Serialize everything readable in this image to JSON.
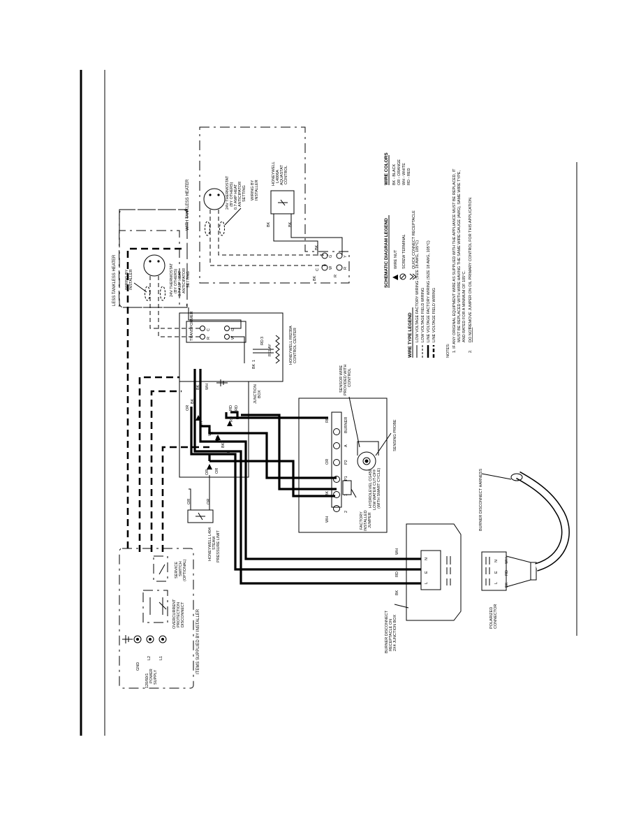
{
  "labels": {
    "less_tankless": "LESS TANKLESS HEATER",
    "with_tankless": "WITH TANKLESS HEATER",
    "thermostat_1": "24V THERMOSTAT",
    "thermostat_2": "(BY OTHERS)",
    "thermostat_3": "0.7 AMP HEAT",
    "thermostat_4": "ANTICIPATOR",
    "thermostat_5": "SETTING",
    "wiring_by_1": "WIRING BY",
    "wiring_by_2": "INSTALLER",
    "aquastat_1": "HONEYWELL",
    "aquastat_2": "L4006A",
    "aquastat_3": "AQUASTAT",
    "aquastat_4": "CONTROL",
    "transformer": "TRANSFORMER",
    "relay": "RELAY",
    "control_center_1": "HONEYWELL R8239A",
    "control_center_2": "CONTROL CENTER",
    "junction_box_1": "JUNCTION",
    "junction_box_2": "BOX",
    "sensor_wire_1": "SENSOR WIRE",
    "sensor_wire_2": "PROVIDED WITH",
    "sensor_wire_3": "CONTROL",
    "sensing_probe": "SENSING PROBE",
    "lwco_1": "HYDROLEVEL CG450",
    "lwco_2": "LOW WATER CUT-OFF",
    "lwco_3": "(WITH SMART CYCLE)",
    "jumper_1": "FACTORY",
    "jumper_2": "INSTALLED",
    "jumper_3": "JUMPER",
    "burner": "BURNER",
    "pressure_1": "HONEYWELL L404",
    "pressure_2": "STEAM",
    "pressure_3": "PRESSURE LIMIT",
    "power_1": "120/60/1",
    "power_2": "POWER",
    "power_3": "SUPPLY",
    "overcurrent_1": "OVERCURRENT",
    "overcurrent_2": "PROTECTION",
    "overcurrent_3": "DISCONNECT",
    "service_1": "SERVICE",
    "service_2": "SWITCH",
    "service_3": "(OPTIONAL)",
    "items_supplied": "ITEMS SUPPLIED BY INSTALLER",
    "receptacle_1": "BURNER DISCONNECT",
    "receptacle_2": "RECEPTACLE ON",
    "receptacle_3": "2X4 JUNCTION BOX",
    "polarized_1": "POLARIZED",
    "polarized_2": "CONNECTOR",
    "harness": "BURNER DISCONNECT HARNESS"
  },
  "terminals": {
    "gnd": "GND",
    "l2": "L2",
    "l1": "L1",
    "c": "C",
    "r": "R",
    "g": "G",
    "w": "W",
    "y": "Y",
    "one": "1",
    "two": "2",
    "three": "3",
    "p1": "P1",
    "p2": "P2",
    "a": "A",
    "l": "L",
    "e": "E",
    "n": "N"
  },
  "wire_codes": {
    "bk": "BK",
    "wh": "WH",
    "or": "OR",
    "rd": "RD"
  },
  "schematic_legend": {
    "title": "SCHEMATIC DIAGRAM LEGEND",
    "items": [
      "WIRE NUT",
      "SCREW TERMINAL",
      "QUICK CONNECT RECEPTACLE"
    ]
  },
  "wire_colors": {
    "title": "WIRE COLORS",
    "items": [
      "BK - BLACK",
      "OR - ORANGE",
      "WH - WHITE",
      "RD - RED"
    ]
  },
  "wire_type_legend": {
    "title": "WIRE TYPE LEGEND",
    "items": [
      "LOW VOLTAGE FACTORY WIRING (SIZE 18 AWG, 105°C)",
      "LOW VOLTAGE FIELD WIRING",
      "LINE VOLTAGE FACTORY WIRING (SIZE 18 AWG, 105°C)",
      "LINE VOLTAGE FIELD WIRING"
    ]
  },
  "notes": {
    "title": "NOTES:",
    "n1a": "1.  IF ANY ORIGINAL EQUIPMENT WIRE AS SUPPLIED WITH THE APPLIANCE MUST BE REPLACED, IT",
    "n1b": "MUST BE REPLACED WITH WIRE HAVING THE SAME WIRE GAUGE (AWG), SAME WIRE TYPE,",
    "n1c": "AND RATED FOR A MINIMUM OF 105°C.",
    "n2_prefix": "2.",
    "n2_underline": "DO NOT",
    "n2_rest": "REMOVE JUMPER ON OIL PRIMARY CONTROL FOR THIS APPLICATION."
  }
}
